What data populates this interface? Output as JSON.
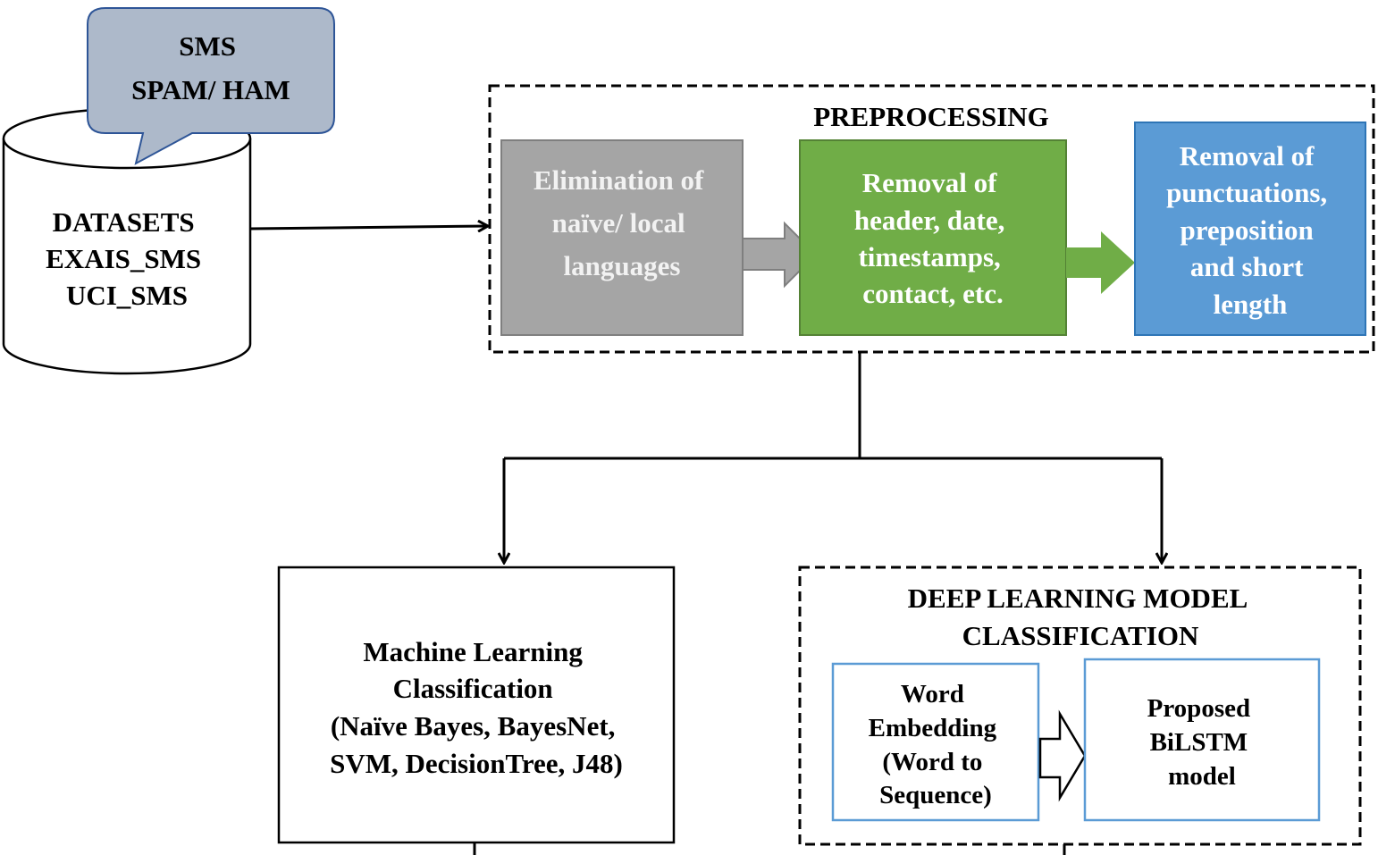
{
  "speech_bubble": {
    "lines": [
      "SMS",
      "SPAM/ HAM"
    ]
  },
  "datasets": {
    "lines": [
      "DATASETS",
      "EXAIS_SMS",
      "UCI_SMS"
    ]
  },
  "preprocessing": {
    "title": "PREPROCESSING",
    "steps": [
      {
        "lines": [
          "Elimination of",
          "naïve/ local",
          "languages"
        ],
        "fill": "#a5a5a5",
        "text_color": "#f2f2f2"
      },
      {
        "lines": [
          "Removal of",
          "header, date,",
          "timestamps,",
          "contact, etc."
        ],
        "fill": "#70ad47",
        "text_color": "#ffffff"
      },
      {
        "lines": [
          "Removal of",
          "punctuations,",
          "preposition",
          "and short",
          "length"
        ],
        "fill": "#5b9bd5",
        "text_color": "#ffffff"
      }
    ]
  },
  "ml_classification": {
    "lines": [
      "Machine Learning",
      "Classification",
      "(Naïve Bayes, BayesNet,",
      "SVM, DecisionTree, J48)"
    ]
  },
  "deep_learning": {
    "title_lines": [
      "DEEP LEARNING MODEL",
      "CLASSIFICATION"
    ],
    "word_embedding": {
      "lines": [
        "Word",
        "Embedding",
        "(Word to",
        "Sequence)"
      ]
    },
    "bilstm": {
      "lines": [
        "Proposed",
        "BiLSTM",
        "model"
      ]
    }
  },
  "colors": {
    "bubble_fill": "#adb9ca",
    "bubble_stroke": "#2e5597",
    "light_blue_border": "#5b9bd5"
  }
}
